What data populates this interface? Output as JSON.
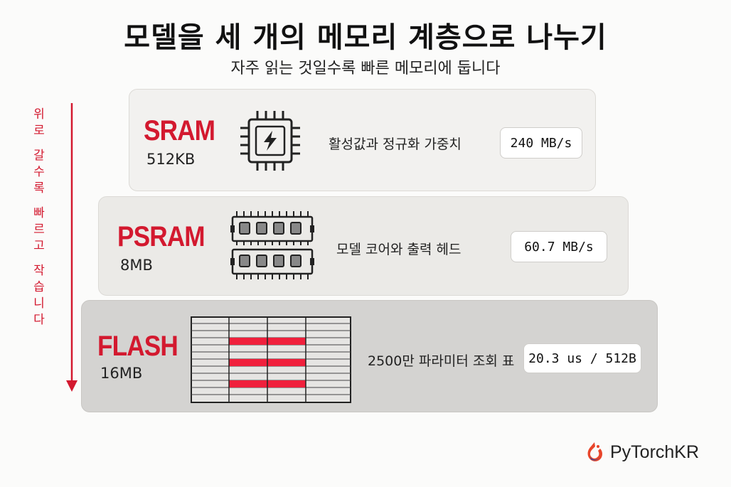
{
  "header": {
    "title": "모델을 세 개의 메모리 계층으로 나누기",
    "subtitle": "자주 읽는 것일수록 빠른 메모리에 둡니다"
  },
  "side_label": [
    "위",
    "로",
    "",
    "갈",
    "수",
    "록",
    "",
    "빠",
    "르",
    "고",
    "",
    "작",
    "습",
    "니",
    "다"
  ],
  "tiers": [
    {
      "name": "SRAM",
      "size": "512KB",
      "desc": "활성값과 정규화 가중치",
      "speed": "240 MB/s",
      "icon": "cpu-chip-icon"
    },
    {
      "name": "PSRAM",
      "size": "8MB",
      "desc": "모델 코어와 출력 헤드",
      "speed": "60.7 MB/s",
      "icon": "ram-module-icon"
    },
    {
      "name": "FLASH",
      "size": "16MB",
      "desc": "2500만 파라미터 조회 표",
      "speed": "20.3 us / 512B",
      "icon": "lookup-table-icon"
    }
  ],
  "brand": {
    "name": "PyTorchKR",
    "icon": "pytorch-flame-icon"
  },
  "colors": {
    "accent": "#d3192f",
    "highlight": "#f0203c"
  }
}
